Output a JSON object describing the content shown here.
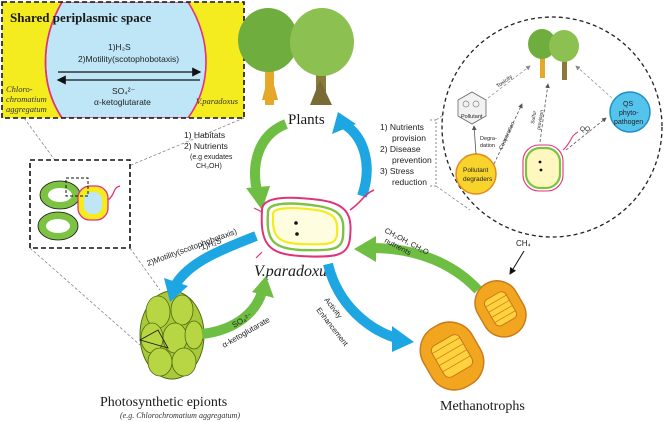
{
  "inset": {
    "title": "Shared periplasmic space",
    "item1": "1)H₂S",
    "item2": "2)Motility(scotophobotaxis)",
    "so4": "SO₄²⁻",
    "akg": "α-ketoglutarate",
    "left_org_l1": "Chloro-",
    "left_org_l2": "chromatium",
    "left_org_l3": "aggregatum",
    "right_org": "V.paradoxus"
  },
  "center": {
    "label": "V.paradoxus"
  },
  "plants": {
    "label": "Plants",
    "to_v_l1": "1) Habitats",
    "to_v_l2": "2) Nutrients",
    "to_v_l3": "(e.g exudates",
    "to_v_l4": "CH₃OH)",
    "from_v_l1": "1) Nutrients",
    "from_v_l2": "provision",
    "from_v_l3": "2) Disease",
    "from_v_l4": "prevention",
    "from_v_l5": "3) Stress",
    "from_v_l6": "reduction"
  },
  "epionts": {
    "label": "Photosynthetic epionts",
    "sublabel": "(e.g. Chlorochromatium aggregatum)",
    "arrow_l1": "1)H₂S",
    "arrow_l2": "2)Motility(scotophobotaxis)",
    "back_l1": "SO₄²⁻",
    "back_l2": "α-ketoglutarate"
  },
  "methanotrophs": {
    "label": "Methanotrophs",
    "ch4": "CH₄",
    "nutrients_l1": "CH₃OH, CH₂O",
    "nutrients_l2": "nutrients",
    "activity_l1": "Activity",
    "activity_l2": "Enhancement"
  },
  "circle": {
    "pollutant": "Pollutant",
    "toxicity": "Toxicity",
    "degradation_l1": "Degra-",
    "degradation_l2": "dation",
    "cooperation": "Cooperation",
    "sulfur_l1": "Sulfur",
    "sulfur_l2": "provision",
    "qq": "QQ",
    "qs_l1": "QS",
    "qs_l2": "phyto-",
    "qs_l3": "pathogen",
    "degraders_l1": "Pollutant",
    "degraders_l2": "degraders"
  },
  "colors": {
    "green_arrow": "#6fbe44",
    "blue_arrow": "#1ea6e3",
    "inset_yellow": "#f4ec1e",
    "inset_blue": "#bfe6f7",
    "epiont_green": "#b3cf3a",
    "methanotroph_orange": "#f2a51f",
    "pollutant_yellow": "#f8d32c"
  }
}
